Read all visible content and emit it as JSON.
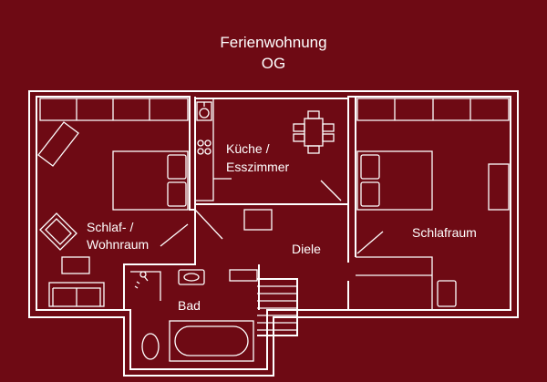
{
  "title": {
    "line1": "Ferienwohnung",
    "line2": "OG"
  },
  "rooms": {
    "kueche": {
      "line1": "Küche /",
      "line2": "Esszimmer"
    },
    "schlaf_wohnraum": {
      "line1": "Schlaf- /",
      "line2": "Wohnraum"
    },
    "diele": "Diele",
    "schlafraum": "Schlafraum",
    "bad": "Bad"
  },
  "colors": {
    "background": "#6e0a14",
    "lines": "#ffffff"
  }
}
